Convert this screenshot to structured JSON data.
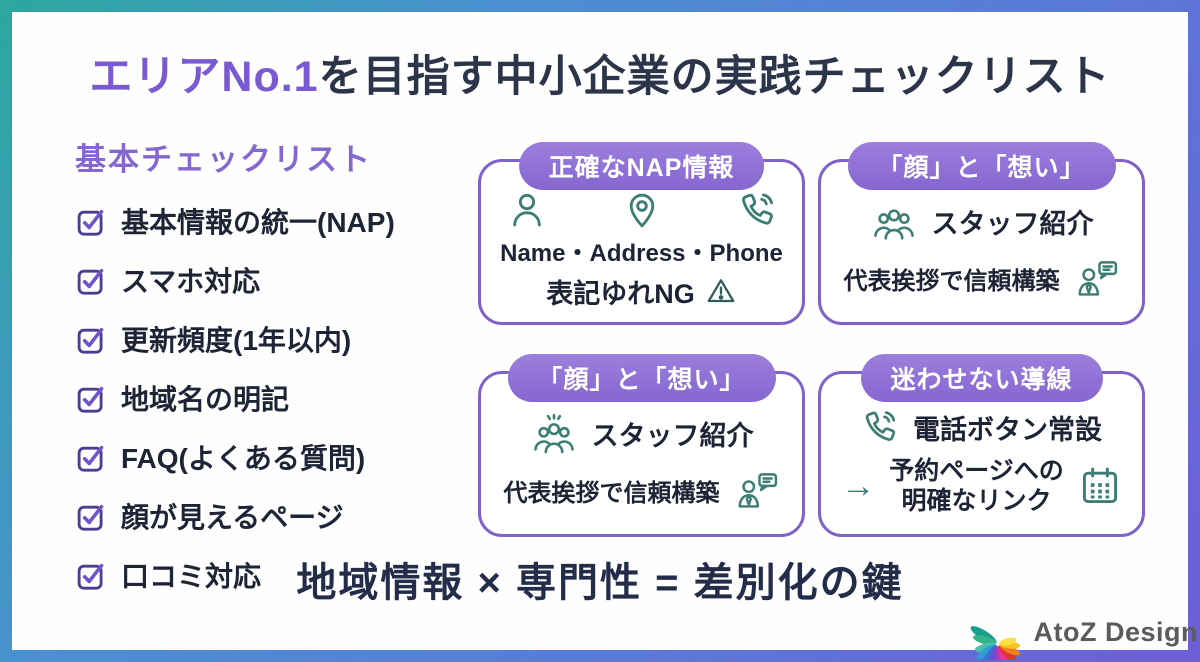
{
  "title": {
    "highlight": "エリアNo.1",
    "rest": "を目指す中小企業の実践チェックリスト"
  },
  "checklist": {
    "heading": "基本チェックリスト",
    "items": [
      "基本情報の統一(NAP)",
      "スマホ対応",
      "更新頻度(1年以内)",
      "地域名の明記",
      "FAQ(よくある質問)",
      "顔が見えるページ",
      "口コミ対応"
    ]
  },
  "cards": [
    {
      "header": "正確なNAP情報",
      "line1": "Name・Address・Phone",
      "line2": "表記ゆれNG"
    },
    {
      "header": "「顔」と「想い」",
      "row1": "スタッフ紹介",
      "row2": "代表挨拶で信頼構築"
    },
    {
      "header": "「顔」と「想い」",
      "row1": "スタッフ紹介",
      "row2": "代表挨拶で信頼構築"
    },
    {
      "header": "迷わせない導線",
      "row1": "電話ボタン常設",
      "row2_line1": "予約ページへの",
      "row2_line2": "明確なリンク",
      "arrow": "→"
    }
  ],
  "footer": {
    "tagline": "地域情報 × 専門性 = 差別化の鍵"
  },
  "logo": {
    "text": "AtoZ Design"
  },
  "colors": {
    "accent_purple": "#7a5ad0",
    "card_border": "#7e63c8",
    "pill_purple": "#8d6fd6",
    "icon_teal": "#3c7e74",
    "text_dark": "#1e2435",
    "frame_teal": "#2ba89e",
    "frame_blue": "#4a90d2",
    "frame_purple": "#6e5ed8"
  }
}
